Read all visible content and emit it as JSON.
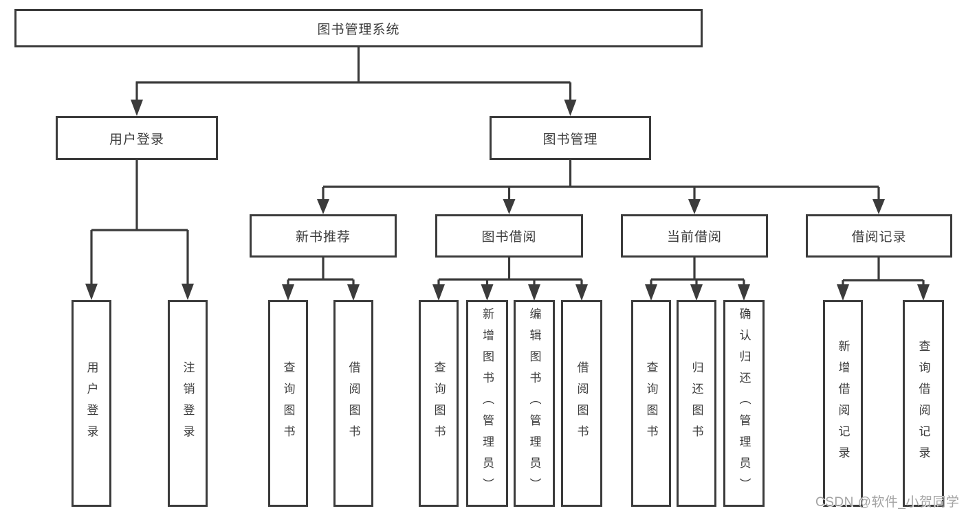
{
  "colors": {
    "line": "#3b3b3b",
    "text": "#3d3d3d",
    "background": "#ffffff",
    "watermark": "#a3a3a3"
  },
  "watermark": {
    "text": "CSDN @软件_小贺同学"
  },
  "tree": {
    "root": {
      "label": "图书管理系统",
      "children": [
        {
          "label": "用户登录",
          "children": [
            {
              "label": "用户登录"
            },
            {
              "label": "注销登录"
            }
          ]
        },
        {
          "label": "图书管理",
          "children": [
            {
              "label": "新书推荐",
              "children": [
                {
                  "label": "查询图书"
                },
                {
                  "label": "借阅图书"
                }
              ]
            },
            {
              "label": "图书借阅",
              "children": [
                {
                  "label": "查询图书"
                },
                {
                  "label": "新增图书（管理员）"
                },
                {
                  "label": "编辑图书（管理员）"
                },
                {
                  "label": "借阅图书"
                }
              ]
            },
            {
              "label": "当前借阅",
              "children": [
                {
                  "label": "查询图书"
                },
                {
                  "label": "归还图书"
                },
                {
                  "label": "确认归还（管理员）"
                }
              ]
            },
            {
              "label": "借阅记录",
              "children": [
                {
                  "label": "新增借阅记录"
                },
                {
                  "label": "查询借阅记录"
                }
              ]
            }
          ]
        }
      ]
    }
  }
}
